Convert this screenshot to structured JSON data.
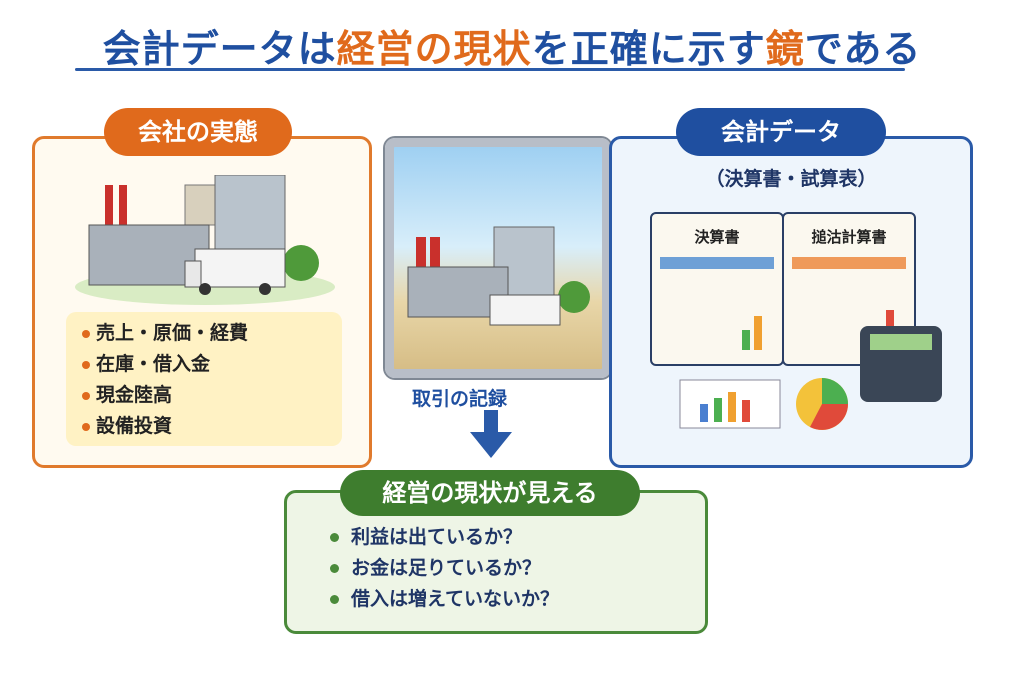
{
  "title": {
    "part1": "会計データは",
    "part2": "経営の現状",
    "part3": "を正確に示す",
    "part4": "鏡",
    "part5": "である"
  },
  "left": {
    "tag": "会社の実態",
    "items": [
      "売上・原価・経費",
      "在庫・借入金",
      "現金陸高",
      "設備投資"
    ]
  },
  "middle": {
    "arrow_label": "取引の記録"
  },
  "right": {
    "tag": "会計データ",
    "subtitle": "（決算書・試算表）",
    "book_left_title": "決算書",
    "book_right_title": "搥沽計算書"
  },
  "bottom": {
    "tag": "経営の現状が見える",
    "items": [
      "利益は出ているか？",
      "お金は足りているか？",
      "借入は増えていないか？"
    ]
  },
  "colors": {
    "blue": "#1f4fa0",
    "orange": "#e06a1c",
    "green": "#3e7d2e"
  }
}
